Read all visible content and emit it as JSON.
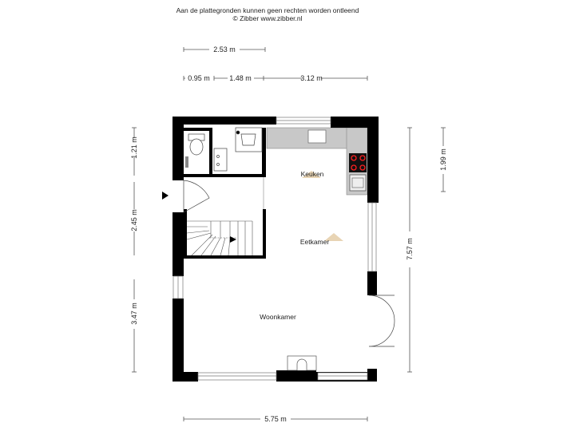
{
  "header": {
    "disclaimer": "Aan de plattegronden kunnen geen rechten worden ontleend",
    "copyright": "© Zibber www.zibber.nl"
  },
  "dimensions": {
    "top_total": "2.53 m",
    "top_a": "0.95 m",
    "top_b": "1.48 m",
    "top_c": "3.12 m",
    "left_a": "1.21 m",
    "left_b": "2.45 m",
    "left_c": "3.47 m",
    "right_a": "1.99 m",
    "right_total": "7.57 m",
    "bottom_total": "5.75 m"
  },
  "rooms": {
    "keuken": "Keuken",
    "eetkamer": "Eetkamer",
    "woonkamer": "Woonkamer"
  },
  "colors": {
    "wall": "#000000",
    "counter": "#c8c8c8",
    "hob": "#ff2020",
    "marker": "#e8d4b4",
    "dimension_line": "#555555"
  }
}
